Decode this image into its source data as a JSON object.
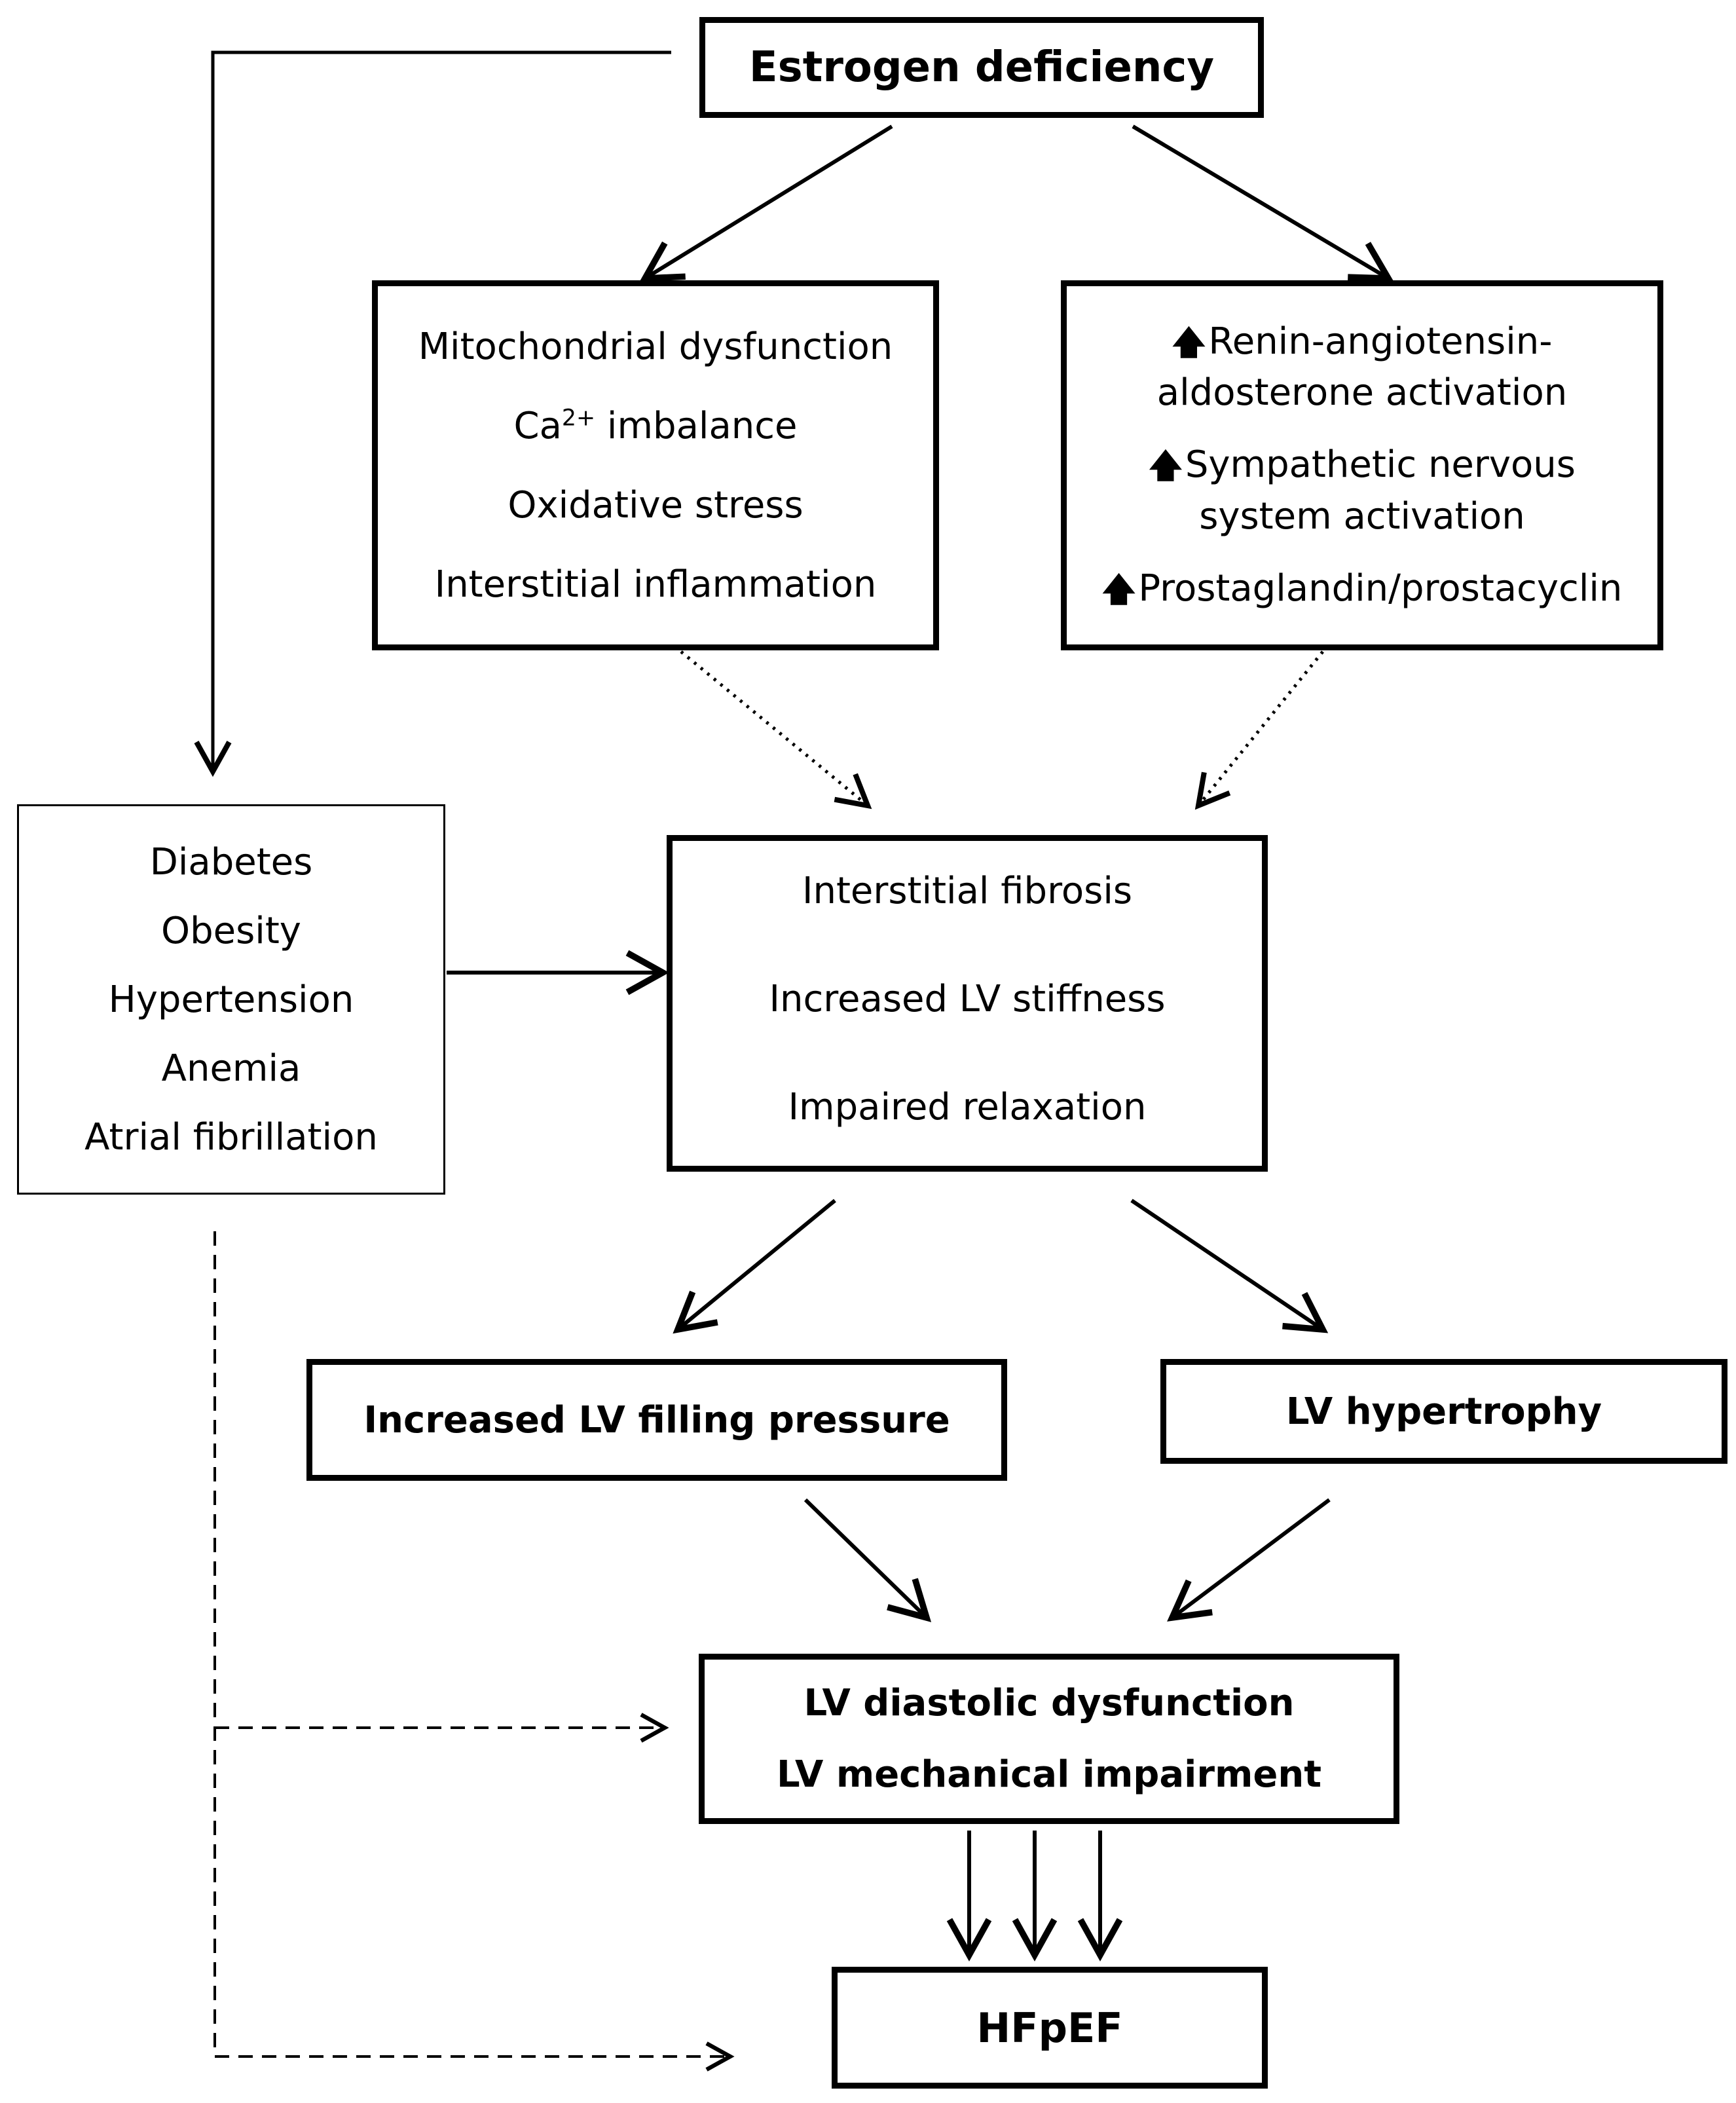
{
  "nodes": {
    "estrogen": {
      "label": "Estrogen deficiency"
    },
    "cellular": {
      "items": [
        "Mitochondrial dysfunction",
        "Ca",
        "imbalance",
        "Oxidative stress",
        "Interstitial inflammation"
      ],
      "ca_superscript": "2+"
    },
    "neuro": {
      "up_arrow": "🡅",
      "items": [
        [
          "Renin-angiotensin-",
          "aldosterone activation"
        ],
        [
          "Sympathetic nervous",
          "system activation"
        ],
        [
          "Prostaglandin/prostacyclin"
        ]
      ]
    },
    "risk": {
      "items": [
        "Diabetes",
        "Obesity",
        "Hypertension",
        "Anemia",
        "Atrial fibrillation"
      ]
    },
    "fibrosis": {
      "items": [
        "Interstitial fibrosis",
        "Increased LV stiffness",
        "Impaired relaxation"
      ]
    },
    "filling": {
      "label": "Increased LV filling pressure"
    },
    "lvh": {
      "label": "LV hypertrophy"
    },
    "dysfunction": {
      "items": [
        "LV diastolic dysfunction",
        "LV mechanical impairment"
      ]
    },
    "hfpef": {
      "label": "HFpEF"
    }
  },
  "edges": [
    {
      "from": "estrogen",
      "to": "cellular",
      "style": "solid"
    },
    {
      "from": "estrogen",
      "to": "neuro",
      "style": "solid"
    },
    {
      "from": "estrogen",
      "to": "risk",
      "style": "solid"
    },
    {
      "from": "cellular",
      "to": "fibrosis",
      "style": "dotted"
    },
    {
      "from": "neuro",
      "to": "fibrosis",
      "style": "dotted"
    },
    {
      "from": "risk",
      "to": "fibrosis",
      "style": "solid"
    },
    {
      "from": "fibrosis",
      "to": "filling",
      "style": "solid"
    },
    {
      "from": "fibrosis",
      "to": "lvh",
      "style": "solid"
    },
    {
      "from": "filling",
      "to": "dysfunction",
      "style": "solid"
    },
    {
      "from": "lvh",
      "to": "dysfunction",
      "style": "solid"
    },
    {
      "from": "risk",
      "to": "dysfunction",
      "style": "dashed"
    },
    {
      "from": "risk",
      "to": "hfpef",
      "style": "dashed"
    },
    {
      "from": "dysfunction",
      "to": "hfpef",
      "style": "solid-triple"
    }
  ]
}
